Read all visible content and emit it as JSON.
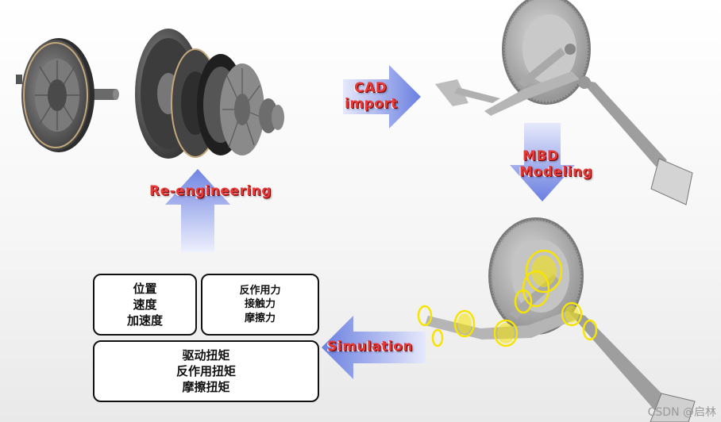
{
  "labels": {
    "cad_import": [
      "CAD",
      "import"
    ],
    "mbd_modeling": [
      "MBD",
      "Modeling"
    ],
    "re_engineering": "Re-engineering",
    "simulation": "Simulation"
  },
  "boxes": {
    "kinematics": [
      "位置",
      "速度",
      "加速度"
    ],
    "forces": [
      "反作用力",
      "接触力",
      "摩擦力"
    ],
    "torques": [
      "驱动扭矩",
      "反作用扭矩",
      "摩擦扭矩"
    ]
  },
  "watermark": "CSDN @启林",
  "colors": {
    "label_red": "#e43a3a",
    "arrow_blue": "#6a7fe0",
    "highlight_yellow": "#f6e400"
  }
}
